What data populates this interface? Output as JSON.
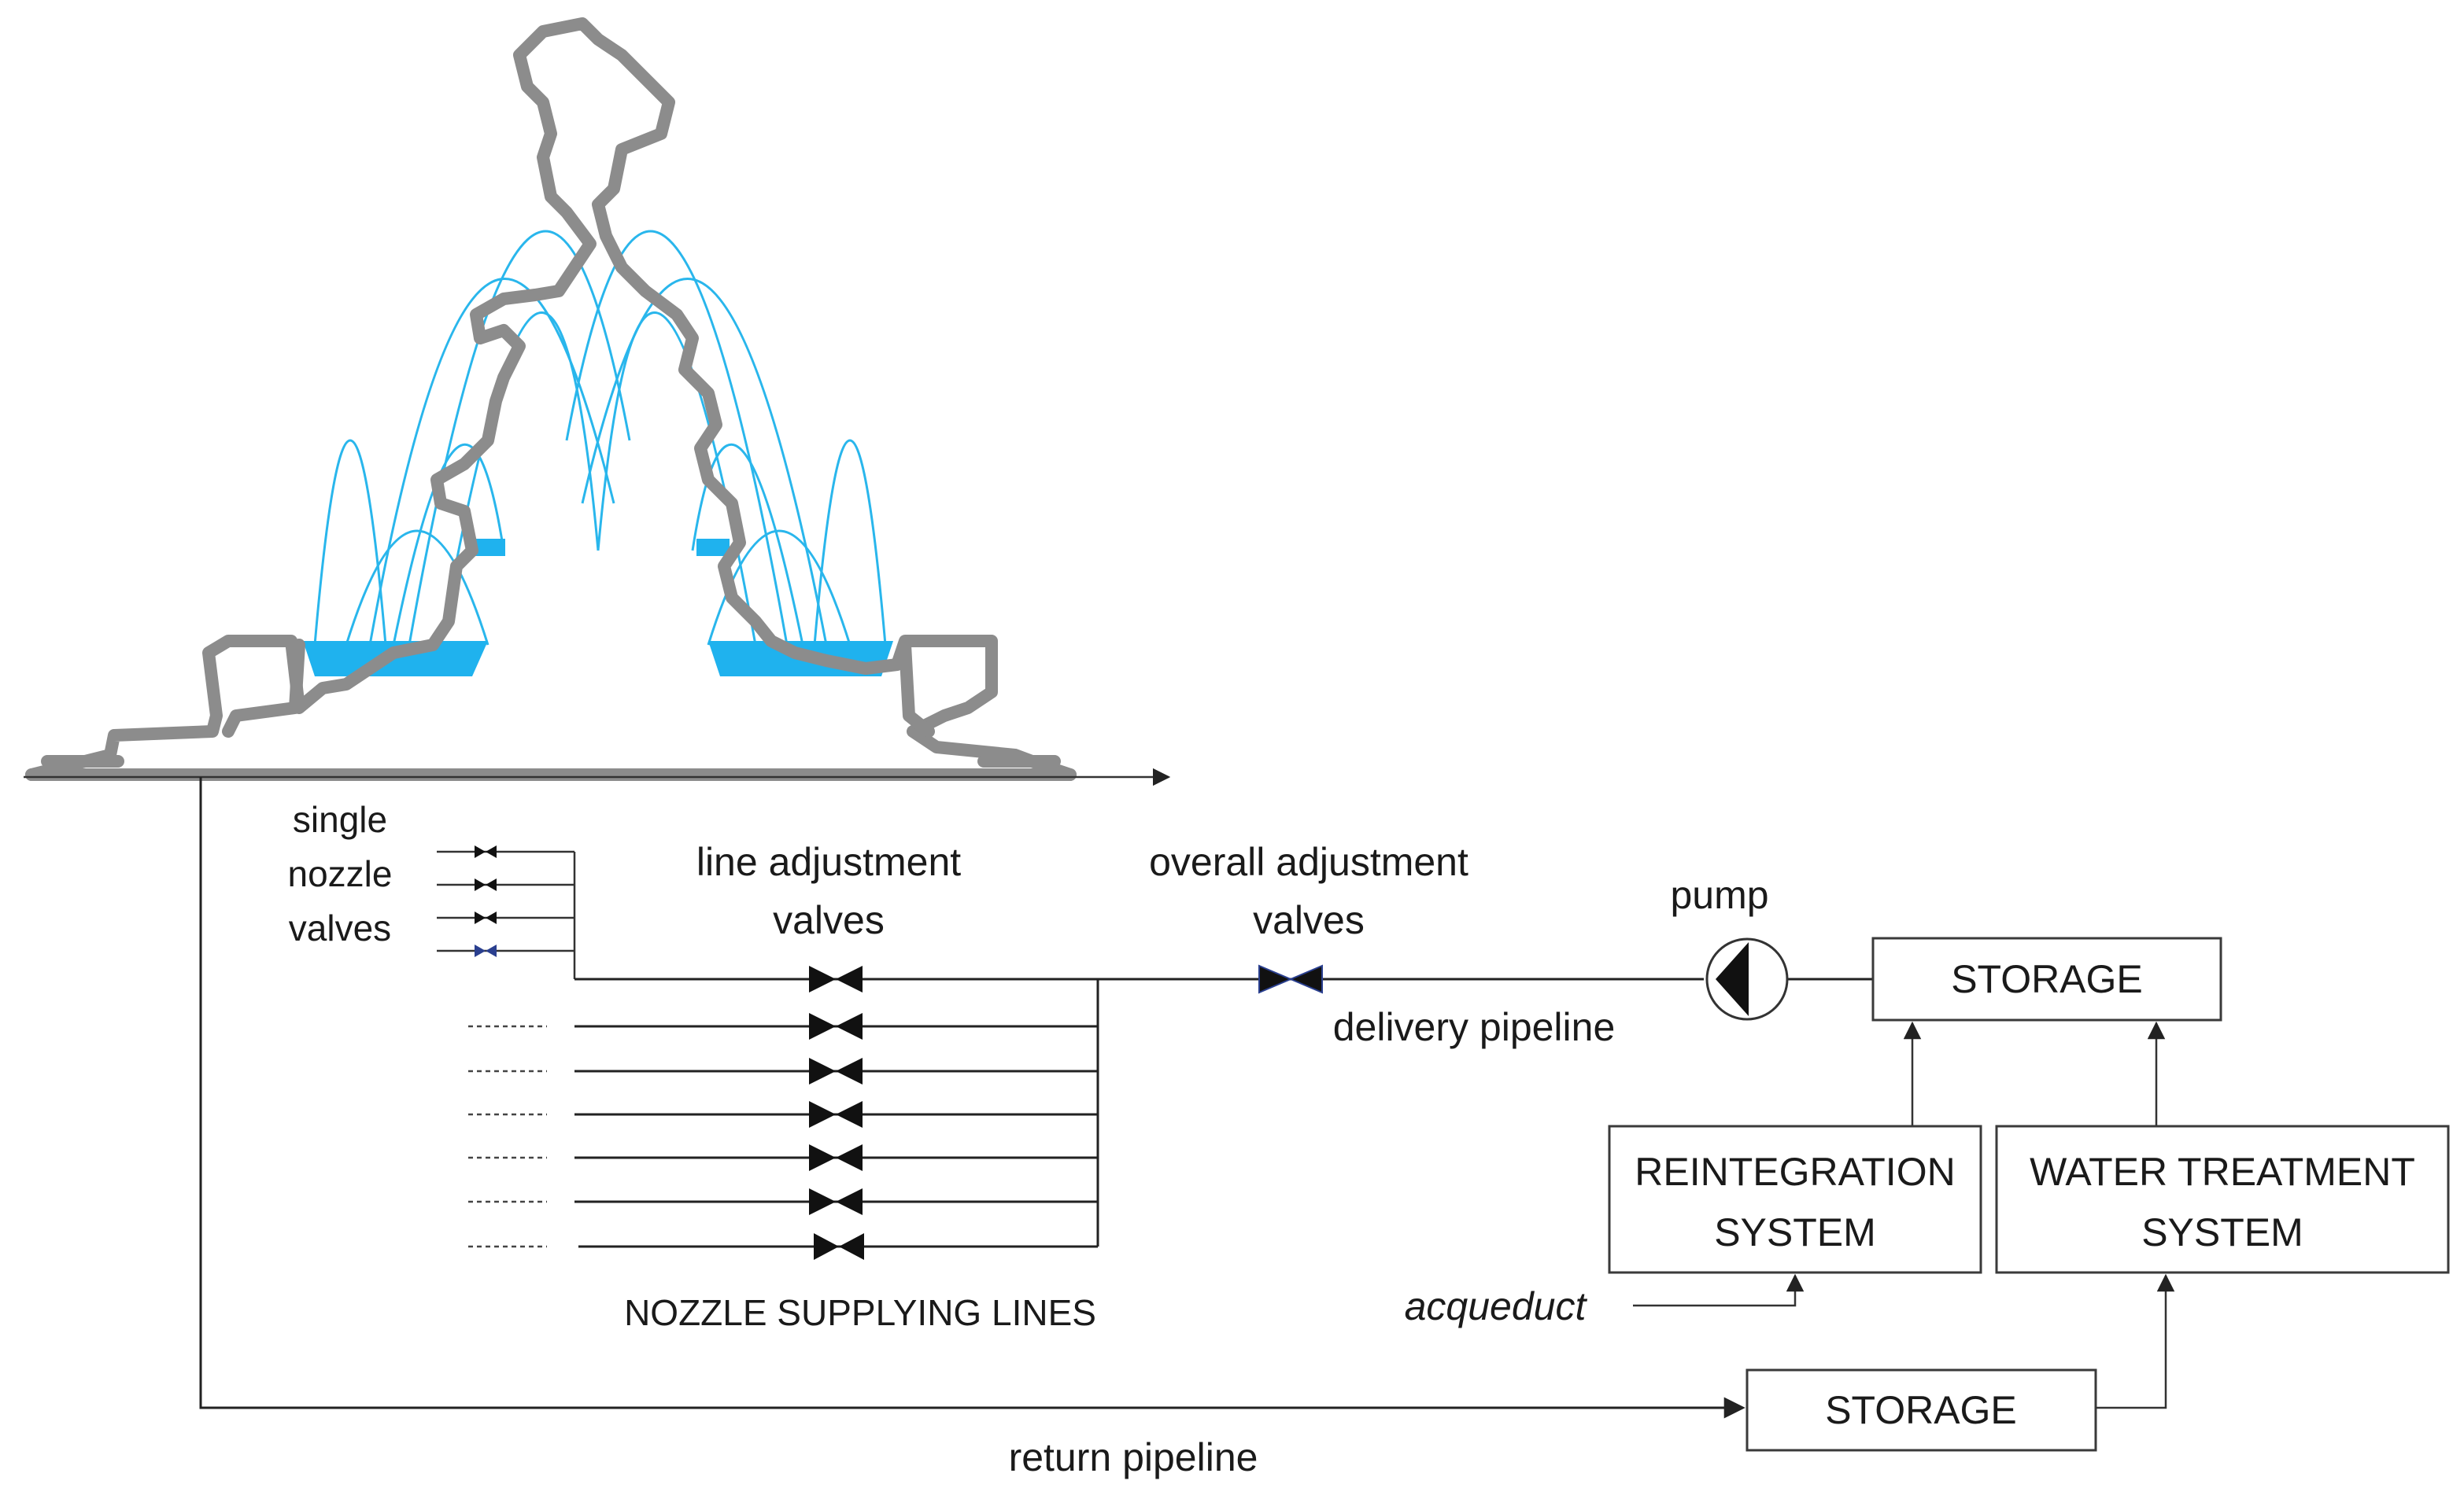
{
  "labels": {
    "single_nozzle_valves": [
      "single",
      "nozzle",
      "valves"
    ],
    "line_adjustment_valves": [
      "line adjustment",
      "valves"
    ],
    "overall_adjustment_valves": [
      "overall adjustment",
      "valves"
    ],
    "pump": "pump",
    "delivery_pipeline": "delivery pipeline",
    "nozzle_supplying_lines": "NOZZLE SUPPLYING LINES",
    "acqueduct": "acqueduct",
    "return_pipeline": "return pipeline"
  },
  "boxes": {
    "storage_top": [
      "STORAGE"
    ],
    "reintegration_system": [
      "REINTEGRATION",
      "SYSTEM"
    ],
    "water_treatment_system": [
      "WATER TREATMENT",
      "SYSTEM"
    ],
    "storage_bottom": [
      "STORAGE"
    ]
  },
  "colors": {
    "water": "#29b6ec",
    "fountain_outline": "#8c8c8c",
    "valve": "#111111"
  }
}
